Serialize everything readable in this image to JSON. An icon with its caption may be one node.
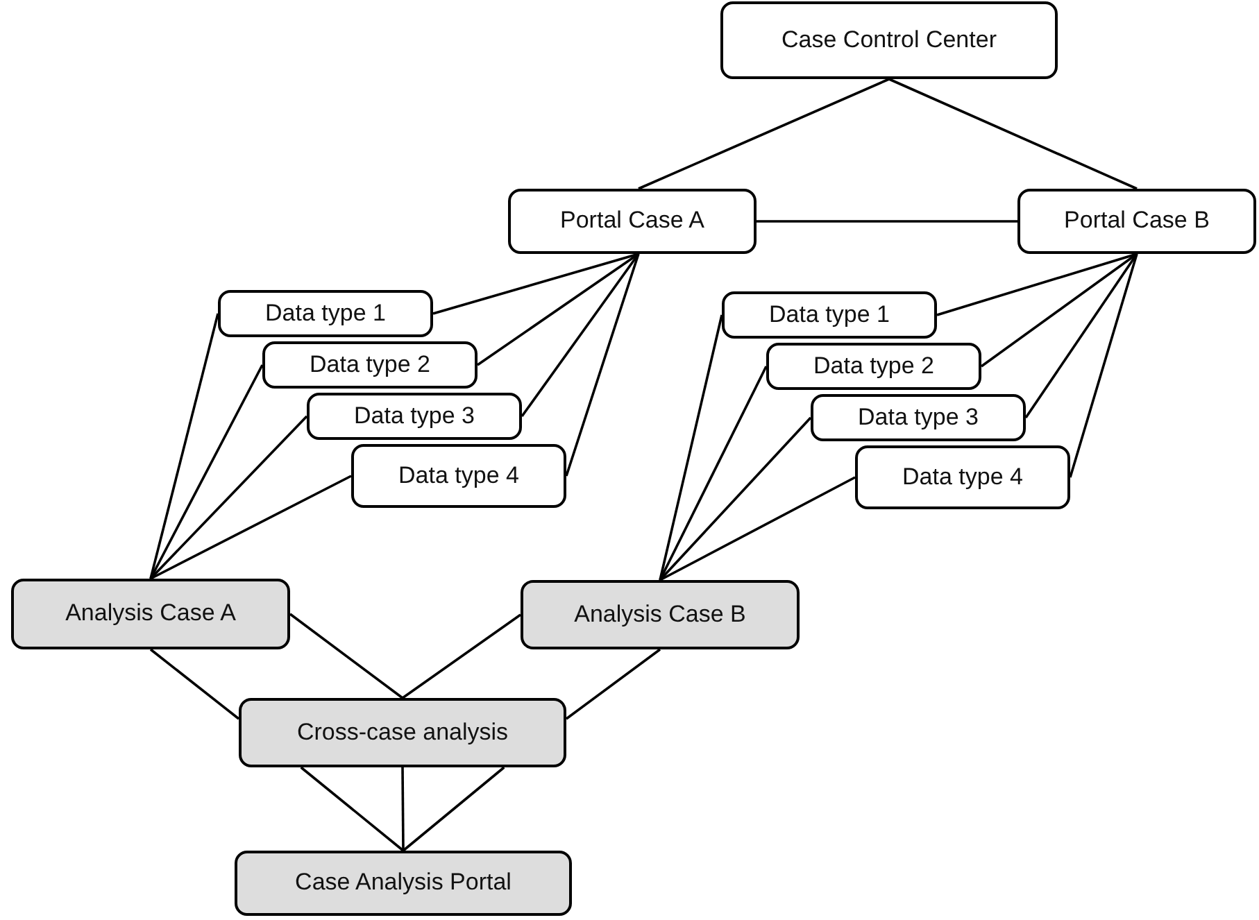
{
  "diagram": {
    "nodes": [
      {
        "text": [
          "Case Control Center"
        ]
      },
      {
        "text": [
          "Portal Case A"
        ]
      },
      {
        "text": [
          "Portal Case B"
        ]
      },
      {
        "text": [
          "Data type 1"
        ]
      },
      {
        "text": [
          "Data type 2"
        ]
      },
      {
        "text": [
          "Data type 3"
        ]
      },
      {
        "text": [
          "Data type 4"
        ]
      },
      {
        "text": [
          "Data type 1"
        ]
      },
      {
        "text": [
          "Data type 2"
        ]
      },
      {
        "text": [
          "Data type 3"
        ]
      },
      {
        "text": [
          "Data type 4"
        ]
      },
      {
        "text": [
          "Analysis Case A"
        ]
      },
      {
        "text": [
          "Analysis Case B"
        ]
      },
      {
        "text": [
          "Cross-case analysis"
        ]
      },
      {
        "text": [
          "Case Analysis Portal"
        ]
      }
    ],
    "edges": [
      {
        "from": 0,
        "to": 1,
        "arrow": "none"
      },
      {
        "from": 0,
        "to": 2,
        "arrow": "none"
      },
      {
        "from": 1,
        "to": 2,
        "arrow": "none"
      },
      {
        "from": 1,
        "to": 3,
        "arrow": "none"
      },
      {
        "from": 1,
        "to": 4,
        "arrow": "none"
      },
      {
        "from": 1,
        "to": 5,
        "arrow": "none"
      },
      {
        "from": 1,
        "to": 6,
        "arrow": "none"
      },
      {
        "from": 3,
        "to": 11,
        "arrow": "none"
      },
      {
        "from": 4,
        "to": 11,
        "arrow": "none"
      },
      {
        "from": 5,
        "to": 11,
        "arrow": "none"
      },
      {
        "from": 6,
        "to": 11,
        "arrow": "none"
      },
      {
        "from": 2,
        "to": 7,
        "arrow": "none"
      },
      {
        "from": 2,
        "to": 8,
        "arrow": "none"
      },
      {
        "from": 2,
        "to": 9,
        "arrow": "none"
      },
      {
        "from": 2,
        "to": 10,
        "arrow": "none"
      },
      {
        "from": 7,
        "to": 12,
        "arrow": "none"
      },
      {
        "from": 8,
        "to": 12,
        "arrow": "none"
      },
      {
        "from": 9,
        "to": 12,
        "arrow": "none"
      },
      {
        "from": 10,
        "to": 12,
        "arrow": "none"
      },
      {
        "from": 11,
        "to": 13,
        "arrow": "none"
      },
      {
        "from": 11,
        "to": 13,
        "arrow": "none"
      },
      {
        "from": 12,
        "to": 13,
        "arrow": "none"
      },
      {
        "from": 12,
        "to": 13,
        "arrow": "none"
      },
      {
        "from": 13,
        "to": 14,
        "arrow": "none"
      },
      {
        "from": 13,
        "to": 14,
        "arrow": "none"
      },
      {
        "from": 13,
        "to": 14,
        "arrow": "none"
      }
    ]
  }
}
